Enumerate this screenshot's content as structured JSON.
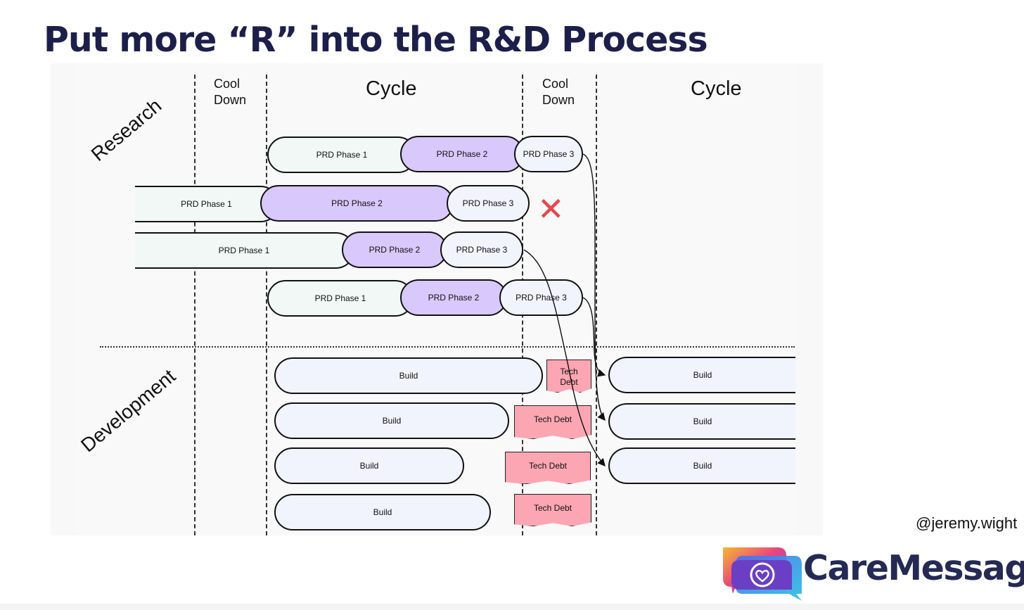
{
  "slide": {
    "title": "Put more “R” into the R&D Process",
    "handle": "@jeremy.wight",
    "brand": "CareMessage"
  },
  "diagram": {
    "lanes": {
      "research": "Research",
      "development": "Development"
    },
    "columns": [
      "Cool\nDown",
      "Cycle",
      "Cool\nDown",
      "Cycle"
    ],
    "research_rows": [
      [
        "PRD Phase 1",
        "PRD Phase 2",
        "PRD Phase 3"
      ],
      [
        "PRD Phase 1",
        "PRD Phase 2",
        "PRD Phase 3"
      ],
      [
        "PRD Phase 1",
        "PRD Phase 2",
        "PRD Phase 3"
      ],
      [
        "PRD Phase 1",
        "PRD Phase 2",
        "PRD Phase 3"
      ]
    ],
    "cancel_mark": "✕",
    "build_label": "Build",
    "tech_debt": [
      "Tech\nDebt",
      "Tech Debt",
      "Tech Debt",
      "Tech Debt"
    ],
    "colors": {
      "phase1": "#f1f8f5",
      "phase2": "#d9c8fb",
      "phase3": "#f1f4fc",
      "tech_debt": "#fba6b2",
      "cancel": "#e8474b",
      "title": "#1c1f4a"
    }
  }
}
